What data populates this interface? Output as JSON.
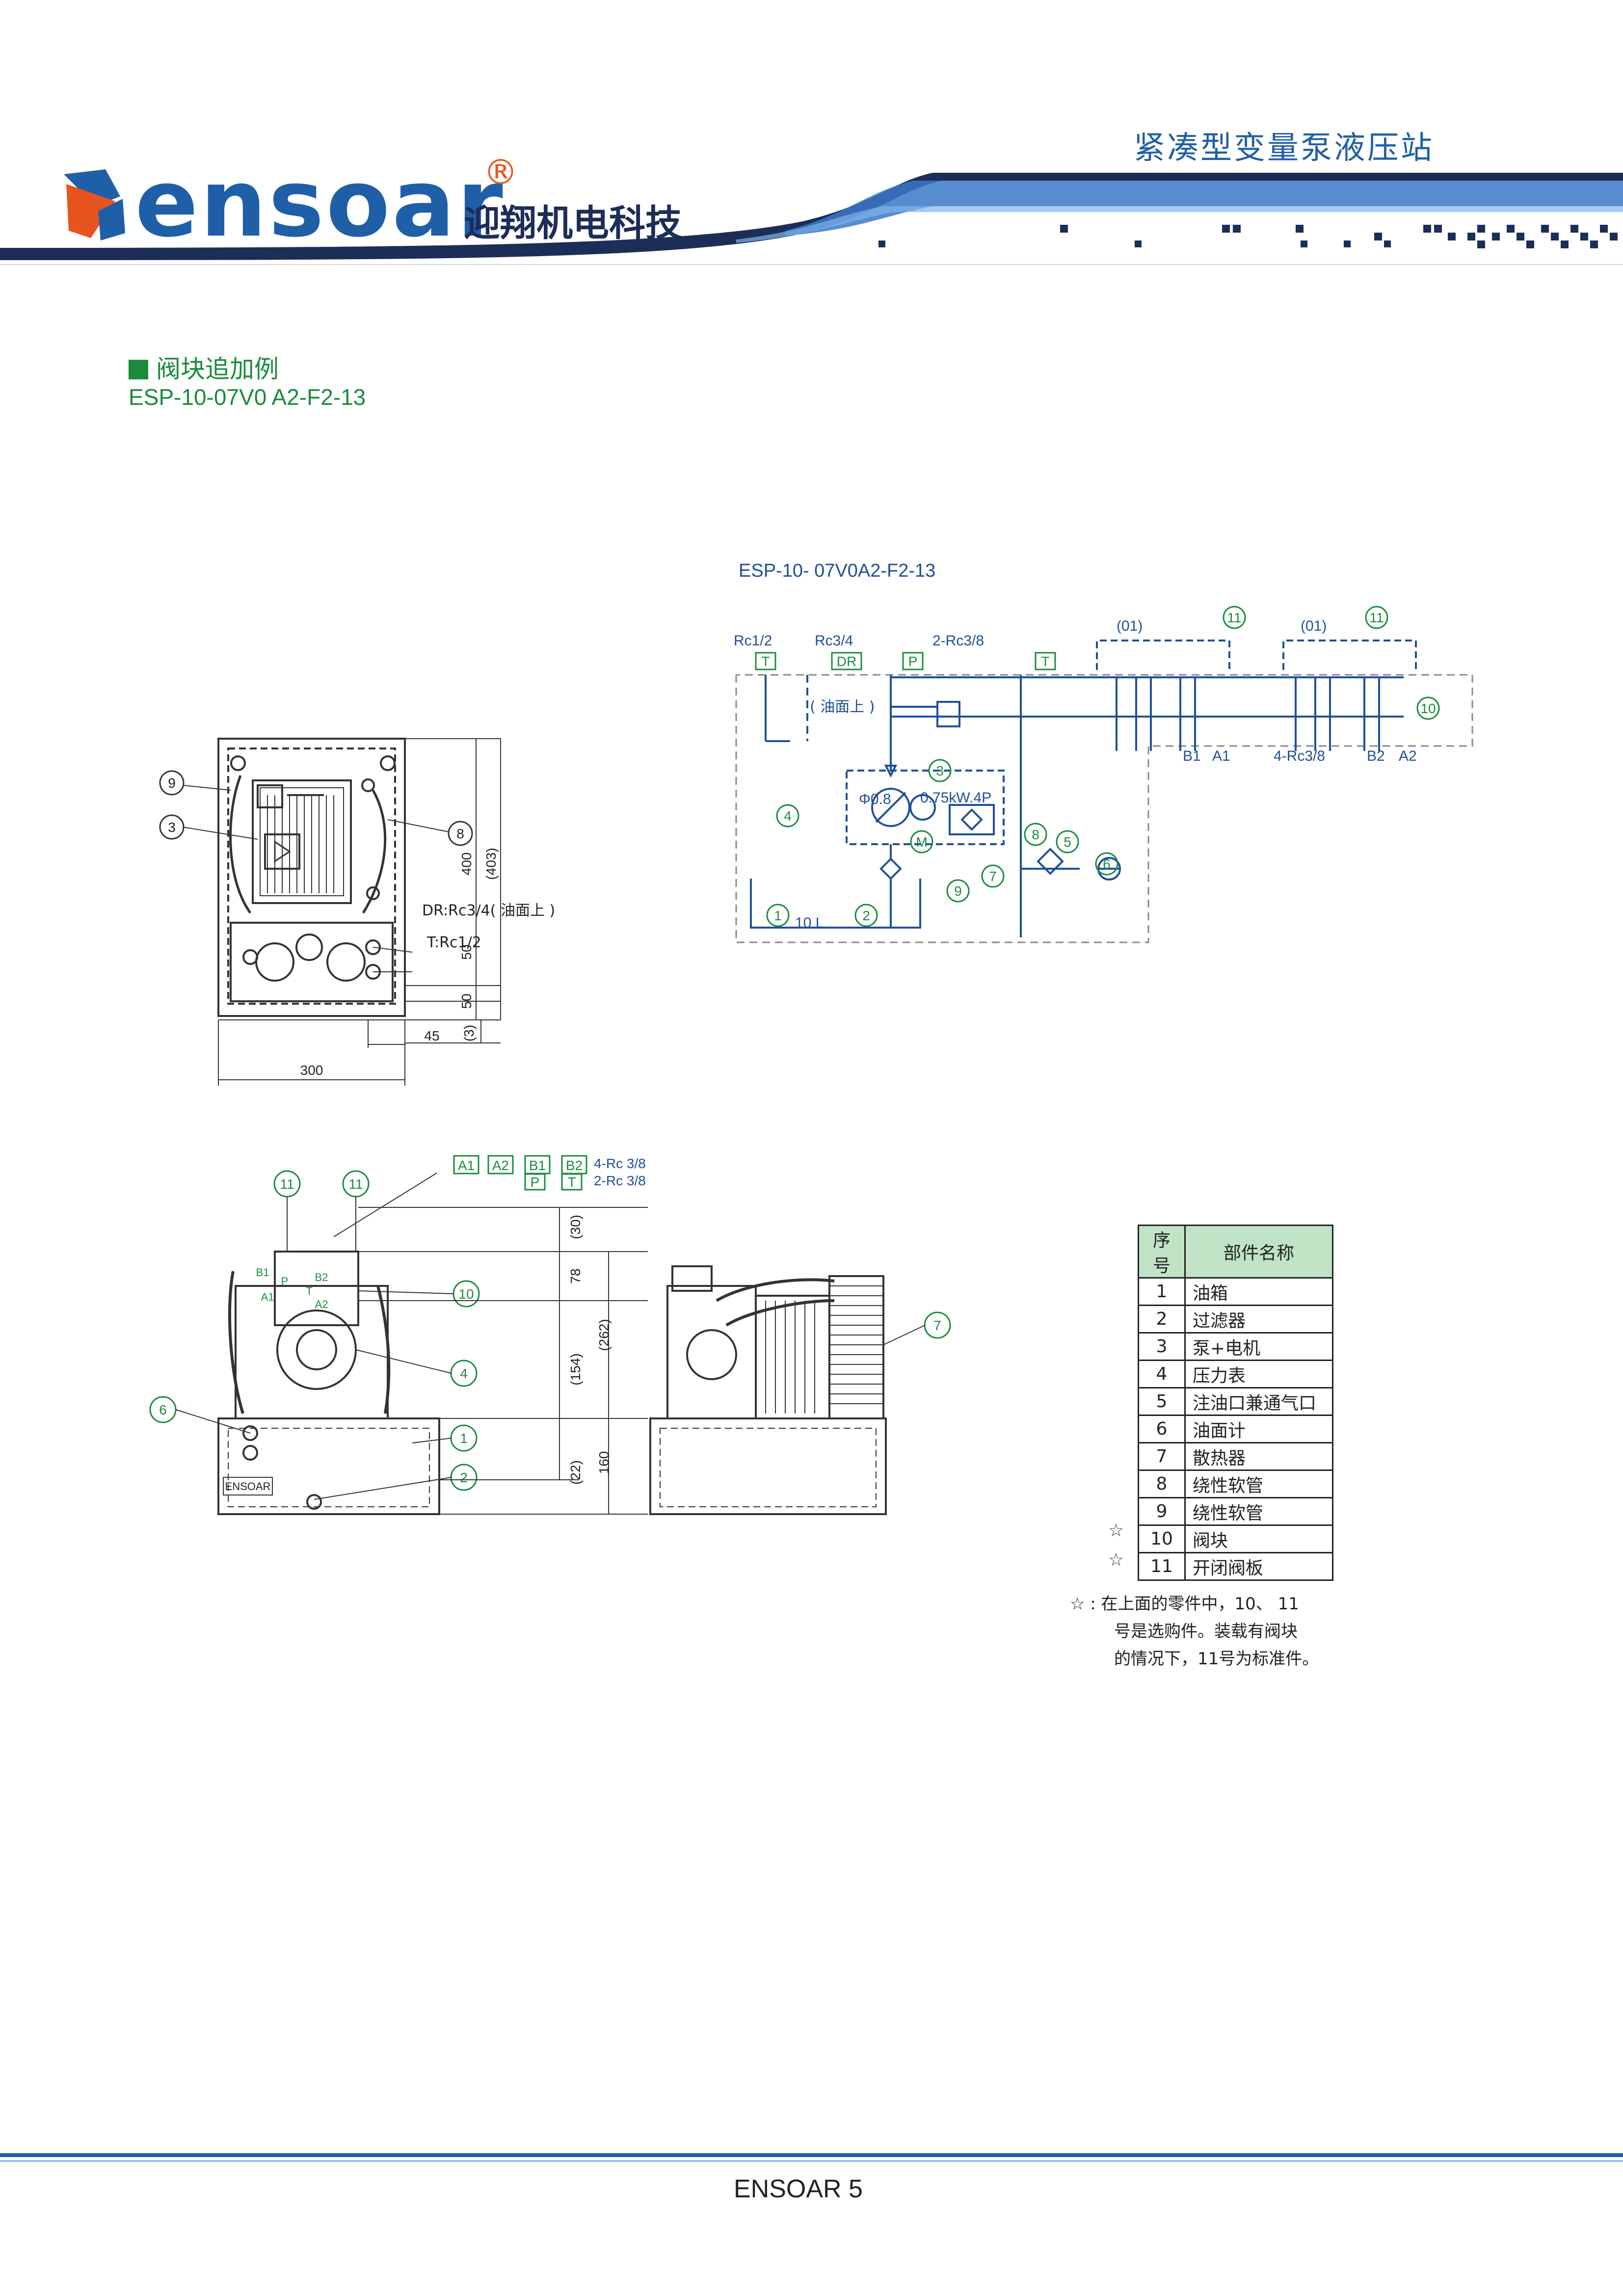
{
  "header": {
    "brand": "ensoar",
    "registered": "®",
    "company_cn": "迎翔机电科技",
    "page_title": "紧凑型变量泵液压站",
    "colors": {
      "brand_blue": "#1f5fa8",
      "brand_orange": "#e8541e",
      "accent_green": "#1a8c3c",
      "dark_navy": "#1c2d57"
    }
  },
  "section": {
    "heading": "阀块追加例",
    "model": "ESP-10-07V0 A2-F2-13"
  },
  "front_view": {
    "callouts": [
      "9",
      "3",
      "8"
    ],
    "port_dr": "DR:Rc3/4( 油面上 )",
    "port_t": "T:Rc1/2",
    "dim_height": "400",
    "dim_height_total": "(403)",
    "dim_50a": "50",
    "dim_50b": "50",
    "dim_3": "(3)",
    "dim_45": "45",
    "dim_300": "300"
  },
  "circuit": {
    "title": "ESP-10-  07V0A2-F2-13",
    "port_rc12": "Rc1/2",
    "port_rc34": "Rc3/4",
    "box_t1": "T",
    "box_dr": "DR",
    "box_p": "P",
    "box_t2": "T",
    "p_size": "2-Rc3/8",
    "oil_level": "( 油面上 )",
    "group1": "(01)",
    "group2": "(01)",
    "circle_11a": "11",
    "circle_11b": "11",
    "circle_10": "10",
    "b1": "B1",
    "a1": "A1",
    "ports_size": "4-Rc3/8",
    "b2": "B2",
    "a2": "A2",
    "orifice": "Φ0.8",
    "motor": "0.75kW.4P",
    "m": "M",
    "tank": "10 L",
    "c1": "1",
    "c2": "2",
    "c3": "3",
    "c4": "4",
    "c5": "5",
    "c6": "6",
    "c7": "7",
    "c8": "8",
    "c9": "9"
  },
  "side_views": {
    "port_boxes": [
      "A1",
      "A2",
      "B1",
      "B2"
    ],
    "p_box": "P",
    "t_box": "T",
    "ports_4": "4-Rc 3/8",
    "ports_2": "2-Rc 3/8",
    "callouts_left": [
      "11",
      "11",
      "10",
      "4",
      "6",
      "1",
      "2"
    ],
    "callout_right": "7",
    "dim_30": "(30)",
    "dim_78": "78",
    "dim_154": "(154)",
    "dim_262": "(262)",
    "dim_22": "(22)",
    "dim_160": "160",
    "nameplate": "ENSOAR",
    "block_labels": [
      "B1",
      "P",
      "B2",
      "T",
      "A1",
      "A2"
    ]
  },
  "parts_table": {
    "col_no": "序号",
    "col_name": "部件名称",
    "rows": [
      {
        "no": "1",
        "name": "油箱",
        "star": ""
      },
      {
        "no": "2",
        "name": "过滤器",
        "star": ""
      },
      {
        "no": "3",
        "name": "泵+电机",
        "star": ""
      },
      {
        "no": "4",
        "name": "压力表",
        "star": ""
      },
      {
        "no": "5",
        "name": "注油口兼通气口",
        "star": ""
      },
      {
        "no": "6",
        "name": "油面计",
        "star": ""
      },
      {
        "no": "7",
        "name": "散热器",
        "star": ""
      },
      {
        "no": "8",
        "name": "绕性软管",
        "star": ""
      },
      {
        "no": "9",
        "name": "绕性软管",
        "star": ""
      },
      {
        "no": "10",
        "name": "阀块",
        "star": "☆"
      },
      {
        "no": "11",
        "name": "开闭阀板",
        "star": "☆"
      }
    ]
  },
  "note": {
    "line1": "☆ : 在上面的零件中，10、 11",
    "line2": "号是选购件。装载有阀块",
    "line3": "的情况下，11号为标准件。"
  },
  "footer": {
    "text": "ENSOAR  5"
  }
}
